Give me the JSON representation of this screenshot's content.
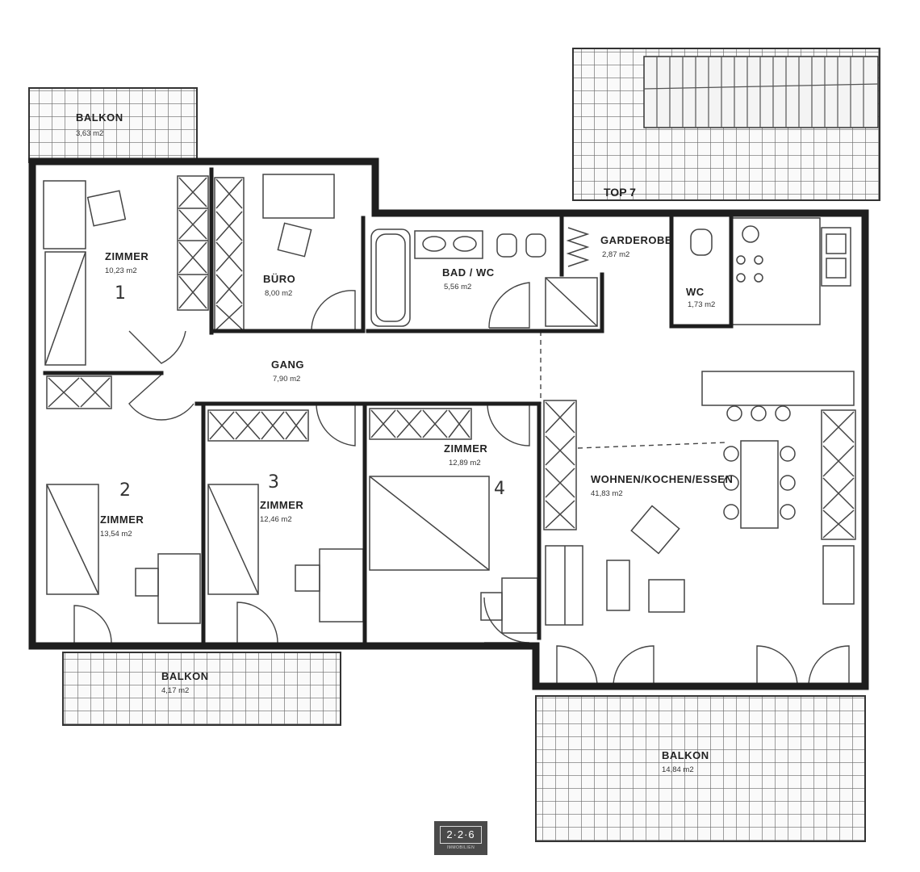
{
  "unit_label": "TOP 7",
  "rooms": {
    "balkon_nw": {
      "name": "BALKON",
      "area": "3,63 m2"
    },
    "zimmer1": {
      "name": "ZIMMER",
      "area": "10,23 m2",
      "note": "1"
    },
    "buero": {
      "name": "BÜRO",
      "area": "8,00 m2"
    },
    "bad_wc": {
      "name": "BAD / WC",
      "area": "5,56 m2"
    },
    "garderobe": {
      "name": "GARDEROBE",
      "area": "2,87 m2"
    },
    "wc": {
      "name": "WC",
      "area": "1,73 m2"
    },
    "gang": {
      "name": "GANG",
      "area": "7,90 m2"
    },
    "zimmer2": {
      "name": "ZIMMER",
      "area": "13,54 m2",
      "note": "2"
    },
    "zimmer3": {
      "name": "ZIMMER",
      "area": "12,46 m2",
      "note": "3"
    },
    "zimmer4": {
      "name": "ZIMMER",
      "area": "12,89 m2",
      "note": "4"
    },
    "wohnen": {
      "name": "WOHNEN/KOCHEN/ESSEN",
      "area": "41,83 m2"
    },
    "balkon_sw": {
      "name": "BALKON",
      "area": "4,17 m2"
    },
    "balkon_se": {
      "name": "BALKON",
      "area": "14,84 m2"
    }
  },
  "logo": {
    "mark": "2·2·6",
    "sub": "IMMOBILIEN"
  },
  "colors": {
    "wall": "#1e1e1e",
    "line": "#444444",
    "grid": "#6a6a6a"
  }
}
